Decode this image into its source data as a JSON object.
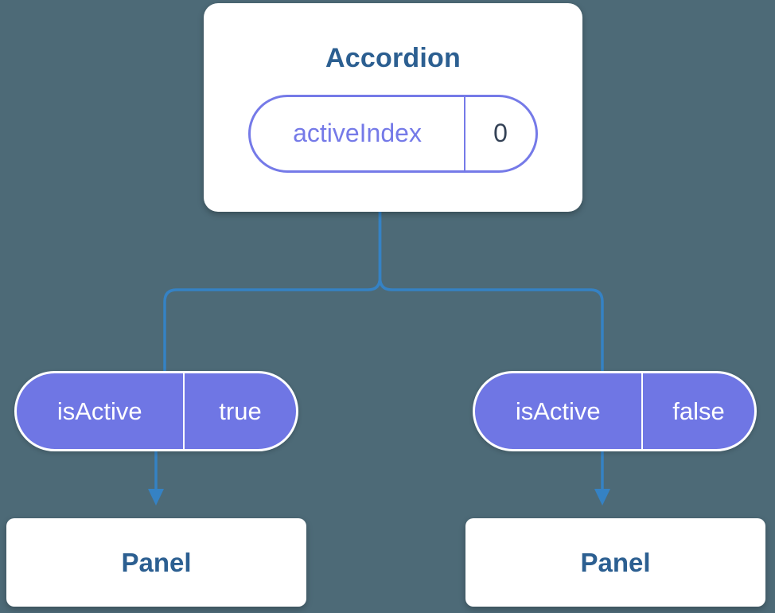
{
  "colors": {
    "background": "#4d6a77",
    "connector": "#3582c4",
    "pill_purple": "#6f76e4",
    "pill_text_purple": "#757ae8",
    "value_dark": "#344256",
    "heading_blue": "#2c5f91",
    "card_white": "#ffffff"
  },
  "accordion": {
    "title": "Accordion",
    "state_pill": {
      "name": "activeIndex",
      "value": "0"
    }
  },
  "panels": [
    {
      "prop_name": "isActive",
      "prop_value": "true",
      "label": "Panel"
    },
    {
      "prop_name": "isActive",
      "prop_value": "false",
      "label": "Panel"
    }
  ]
}
